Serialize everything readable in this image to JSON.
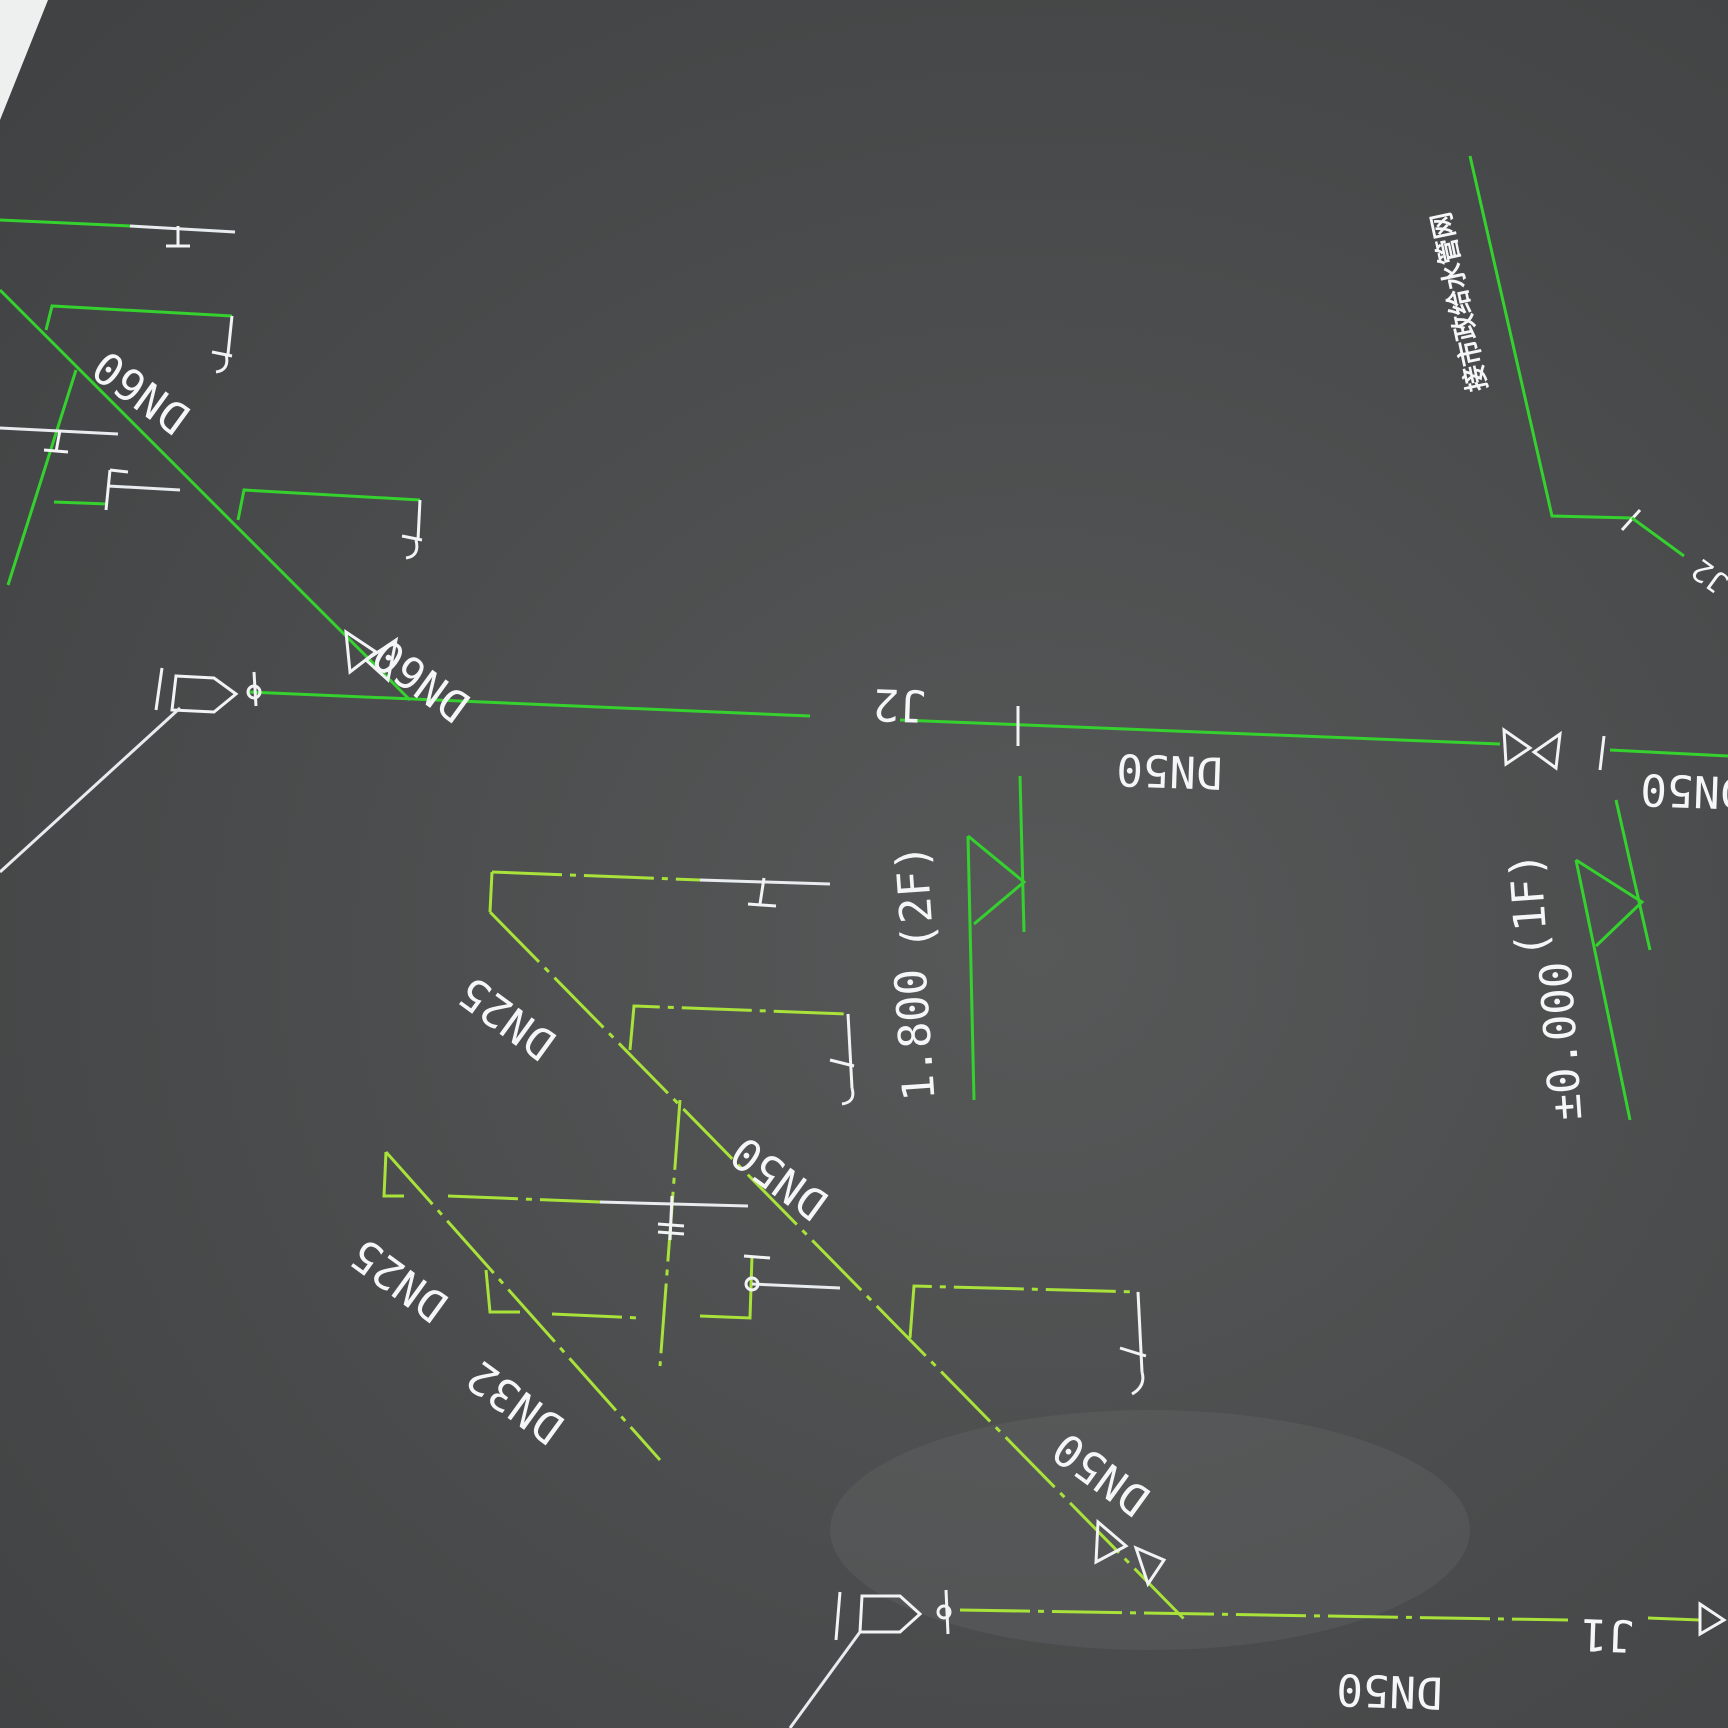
{
  "drawing": {
    "riser_labels": {
      "j2": "J2",
      "j1": "J1"
    },
    "pipe_sizes": {
      "dn60_upper": "DN60",
      "dn60_mid": "DN60",
      "dn50_j2_main": "DN50",
      "dn50_right": "DN50",
      "dn25_upper": "DN25",
      "dn50_branch": "DN50",
      "dn25_lower": "DN25",
      "dn32": "DN32",
      "dn50_lower": "DN50",
      "dn50_j1_main": "DN50"
    },
    "floor_tags": {
      "floor_2": "(2F)",
      "floor_1": "(1F)"
    },
    "elevations": {
      "floor_2": "1.800",
      "floor_1": "±0.000"
    },
    "note_text": "接市政给水管网",
    "colors": {
      "background": "#4b4d4e",
      "pipe_green": "#35d12e",
      "pipe_yellow_green": "#a9e23a",
      "text_white": "#f4f6f7"
    }
  }
}
